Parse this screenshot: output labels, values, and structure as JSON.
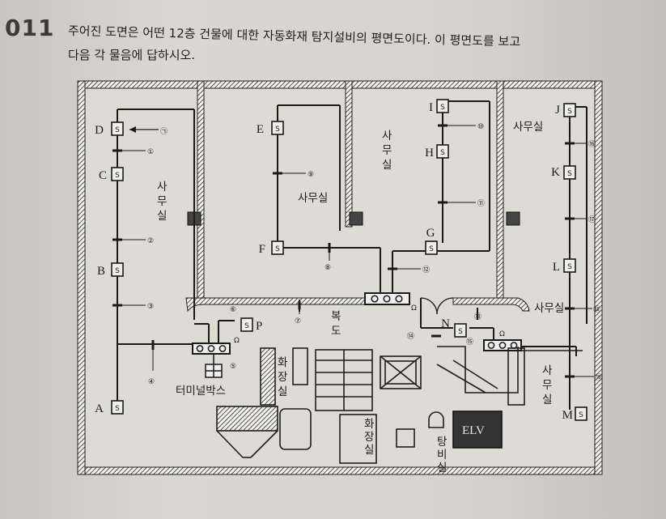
{
  "question": {
    "number": "011",
    "line1": "주어진 도면은 어떤 12층 건물에 대한 자동화재 탐지설비의 평면도이다. 이 평면도를 보고",
    "line2": "다음 각 물음에 답하시오."
  },
  "diagram": {
    "detector_symbol": "S",
    "detectors": [
      "A",
      "B",
      "C",
      "D",
      "E",
      "F",
      "G",
      "H",
      "I",
      "J",
      "K",
      "L",
      "M",
      "N",
      "P"
    ],
    "circled_numbers": [
      "㉠",
      "①",
      "②",
      "③",
      "④",
      "⑤",
      "⑥",
      "⑦",
      "⑧",
      "⑨",
      "⑩",
      "⑪",
      "⑫",
      "⑬",
      "⑭",
      "⑮",
      "⑯",
      "⑰",
      "⑱",
      "⑲"
    ],
    "office_stacked": [
      "사",
      "무",
      "실"
    ],
    "office": "사무실",
    "corridor": [
      "복",
      "도"
    ],
    "restroom": [
      "화",
      "장",
      "실"
    ],
    "restroom2": [
      "화",
      "장",
      "실"
    ],
    "pantry": [
      "탕",
      "비",
      "실"
    ],
    "terminal_box": "터미널박스",
    "elevator": "ELV",
    "end_mark": "Ω"
  }
}
